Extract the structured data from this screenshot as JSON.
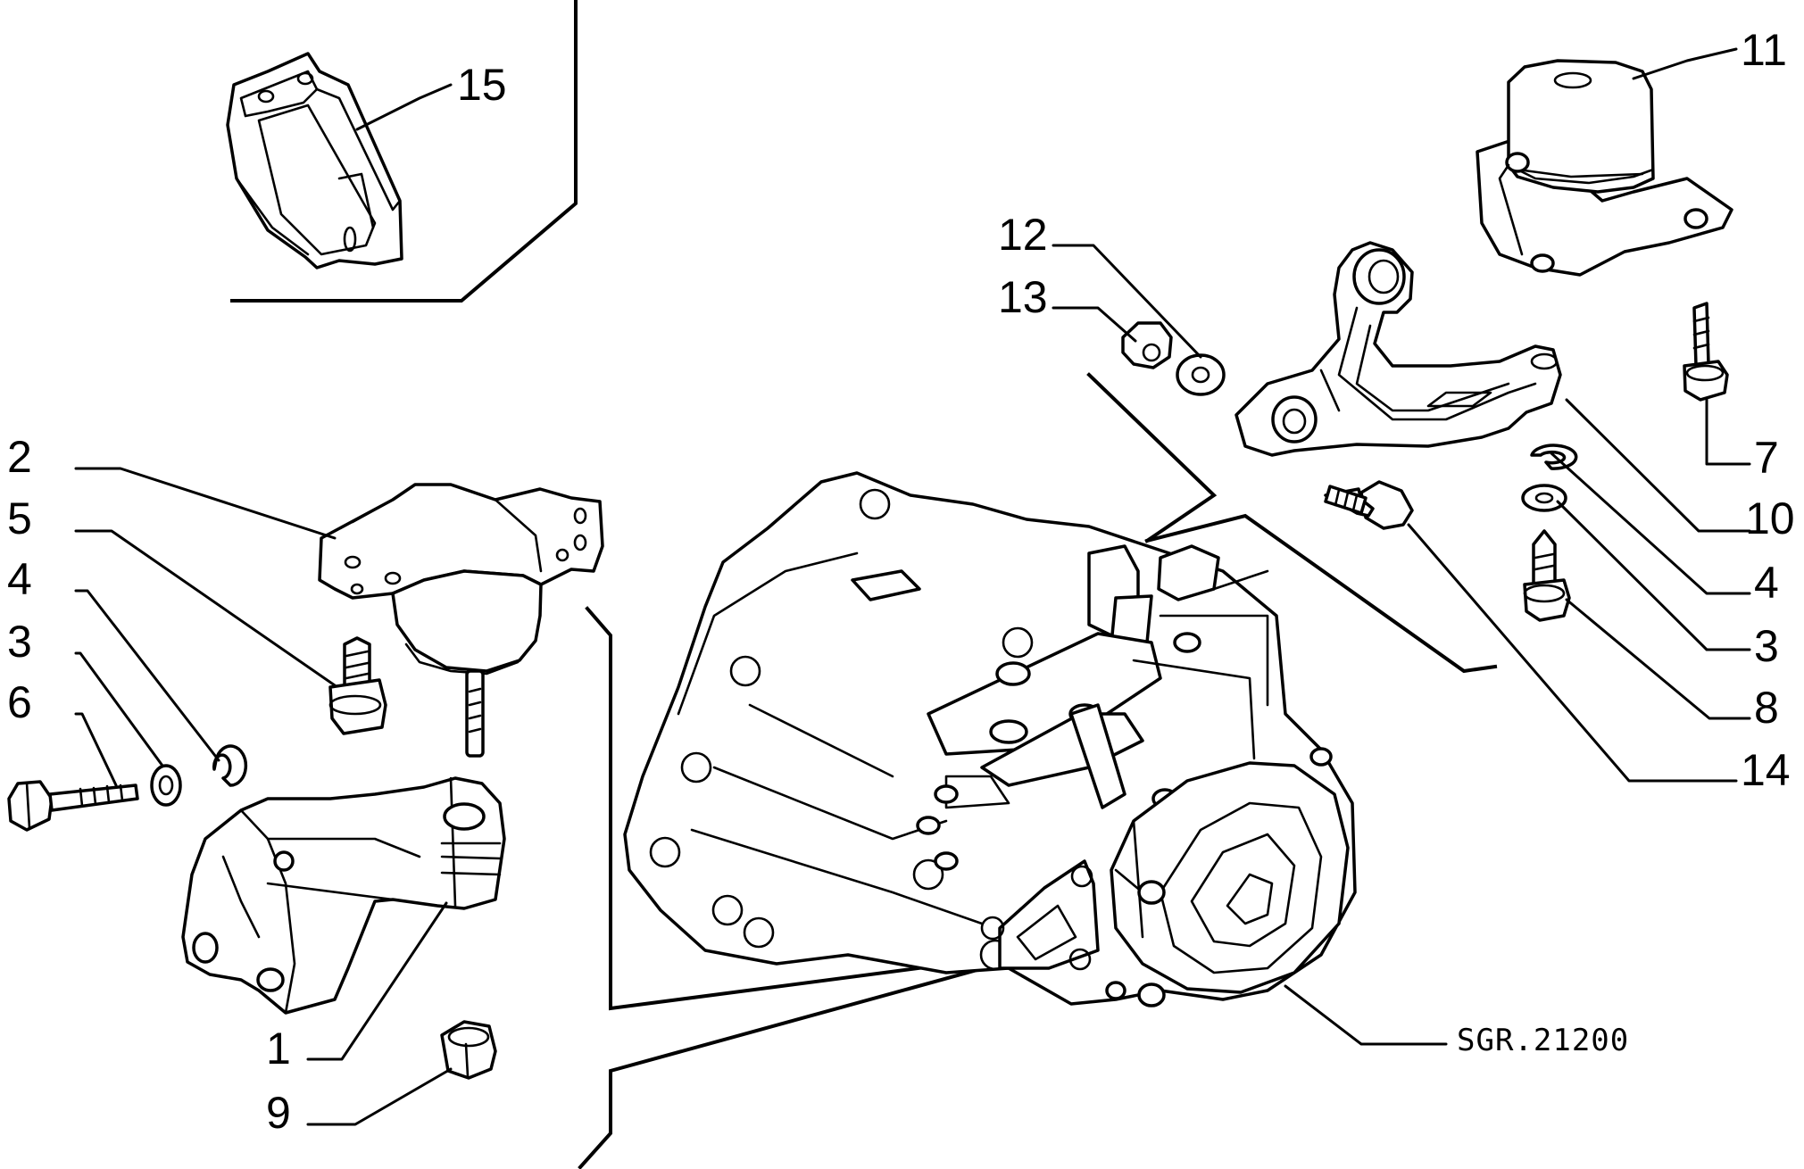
{
  "diagram": {
    "colors": {
      "line": "#000000",
      "background": "#ffffff"
    },
    "reference_code": "SGR.21200",
    "callouts": [
      {
        "id": "15",
        "label": "15"
      },
      {
        "id": "2",
        "label": "2"
      },
      {
        "id": "5",
        "label": "5"
      },
      {
        "id": "4L",
        "label": "4"
      },
      {
        "id": "3L",
        "label": "3"
      },
      {
        "id": "6",
        "label": "6"
      },
      {
        "id": "1",
        "label": "1"
      },
      {
        "id": "9",
        "label": "9"
      },
      {
        "id": "12",
        "label": "12"
      },
      {
        "id": "13",
        "label": "13"
      },
      {
        "id": "11",
        "label": "11"
      },
      {
        "id": "7",
        "label": "7"
      },
      {
        "id": "10",
        "label": "10"
      },
      {
        "id": "4R",
        "label": "4"
      },
      {
        "id": "3R",
        "label": "3"
      },
      {
        "id": "8",
        "label": "8"
      },
      {
        "id": "14",
        "label": "14"
      }
    ]
  }
}
